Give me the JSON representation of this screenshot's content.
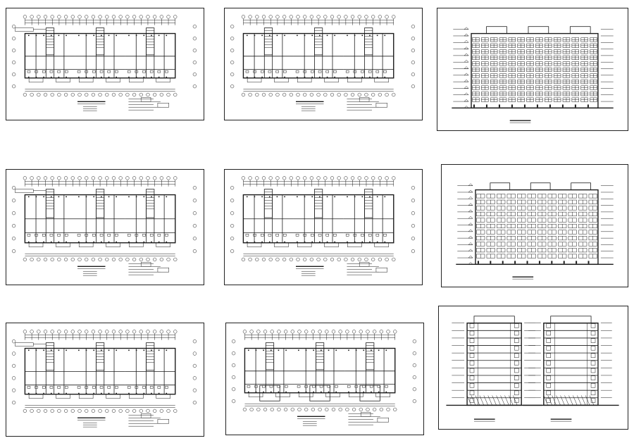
{
  "sheets": [
    {
      "kind": "plan",
      "variant": 1
    },
    {
      "kind": "plan",
      "variant": 2
    },
    {
      "kind": "elevation",
      "variant": 1
    },
    {
      "kind": "plan",
      "variant": 1
    },
    {
      "kind": "plan",
      "variant": 2
    },
    {
      "kind": "elevation",
      "variant": 2
    },
    {
      "kind": "plan",
      "variant": 1
    },
    {
      "kind": "plan",
      "variant": 3
    },
    {
      "kind": "section",
      "variant": 1
    }
  ],
  "colors": {
    "ink": "#1a1a1a",
    "paper": "#ffffff",
    "frame": "#222222"
  }
}
